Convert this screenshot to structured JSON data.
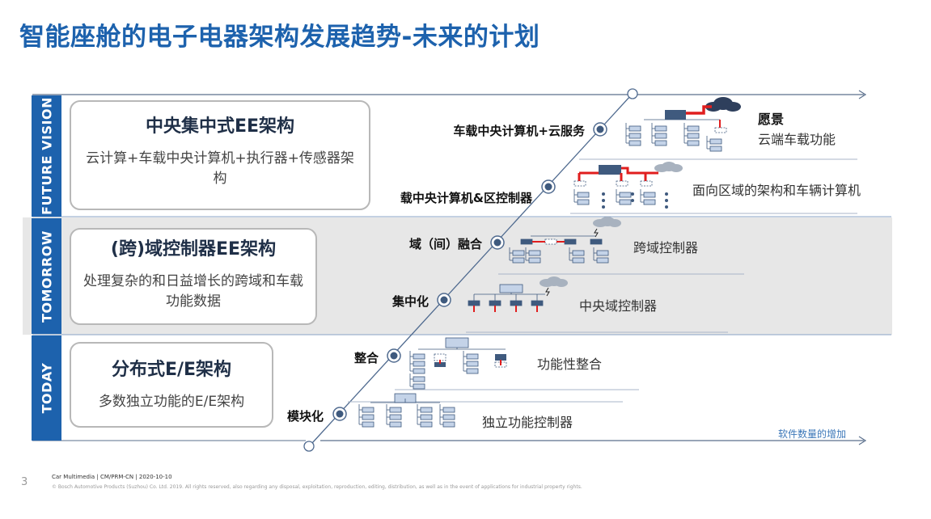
{
  "title": "智能座舱的电子电器架构发展趋势-未来的计划",
  "sections": {
    "future": {
      "side": "FUTURE VISION",
      "card_title": "中央集中式EE架构",
      "card_desc": "云计算+车载中央计算机+执行器+传感器架构"
    },
    "tomorrow": {
      "side": "TOMORROW",
      "card_title": "(跨)域控制器EE架构",
      "card_desc": "处理复杂的和日益增长的跨域和车载功能数据"
    },
    "today": {
      "side": "TODAY",
      "card_title": "分布式E/E架构",
      "card_desc": "多数独立功能的E/E架构"
    }
  },
  "steps": {
    "s1": {
      "label": "模块化",
      "desc": "独立功能控制器"
    },
    "s2": {
      "label": "整合",
      "desc": "功能性整合"
    },
    "s3": {
      "label": "集中化",
      "desc": "中央域控制器"
    },
    "s4": {
      "label": "域（间）融合",
      "desc": "跨域控制器"
    },
    "s5": {
      "label": "载中央计算机&区控制器",
      "desc": "面向区域的架构和车辆计算机"
    },
    "s6": {
      "label": "车载中央计算机+云服务",
      "desc_title": "愿景",
      "desc": "云端车载功能"
    }
  },
  "axis_note": "软件数量的增加",
  "footer": {
    "page": "3",
    "line1": "Car Multimedia | CM/PRM-CN | 2020-10-10",
    "line2": "© Bosch Automotive Products (Suzhou) Co. Ltd. 2019. All rights reserved, also regarding any disposal, exploitation, reproduction, editing, distribution, as well as in the event of applications for industrial property rights."
  },
  "colors": {
    "brand_blue": "#1d62ad",
    "node_dark": "#3f5a7e",
    "node_light": "#c4d3e8",
    "link_red": "#e01e1e",
    "cloud": "#8f9aa8"
  }
}
